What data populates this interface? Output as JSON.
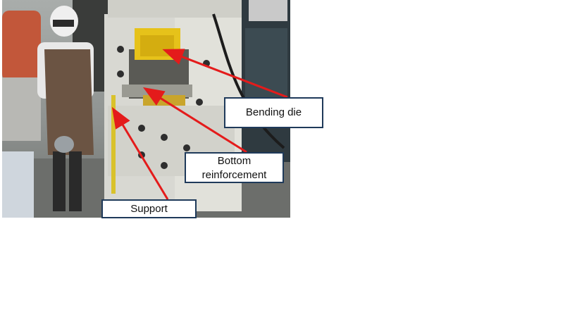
{
  "callouts": {
    "bending_die": "Bending die",
    "bottom_reinforcement_line1": "Bottom",
    "bottom_reinforcement_line2": "reinforcement",
    "support": "Support"
  },
  "colors": {
    "arrow": "#e41b1b",
    "callout_border": "#1f3a5a",
    "die_yellow": "#e6c21a",
    "press_body": "#d9d9d4"
  }
}
